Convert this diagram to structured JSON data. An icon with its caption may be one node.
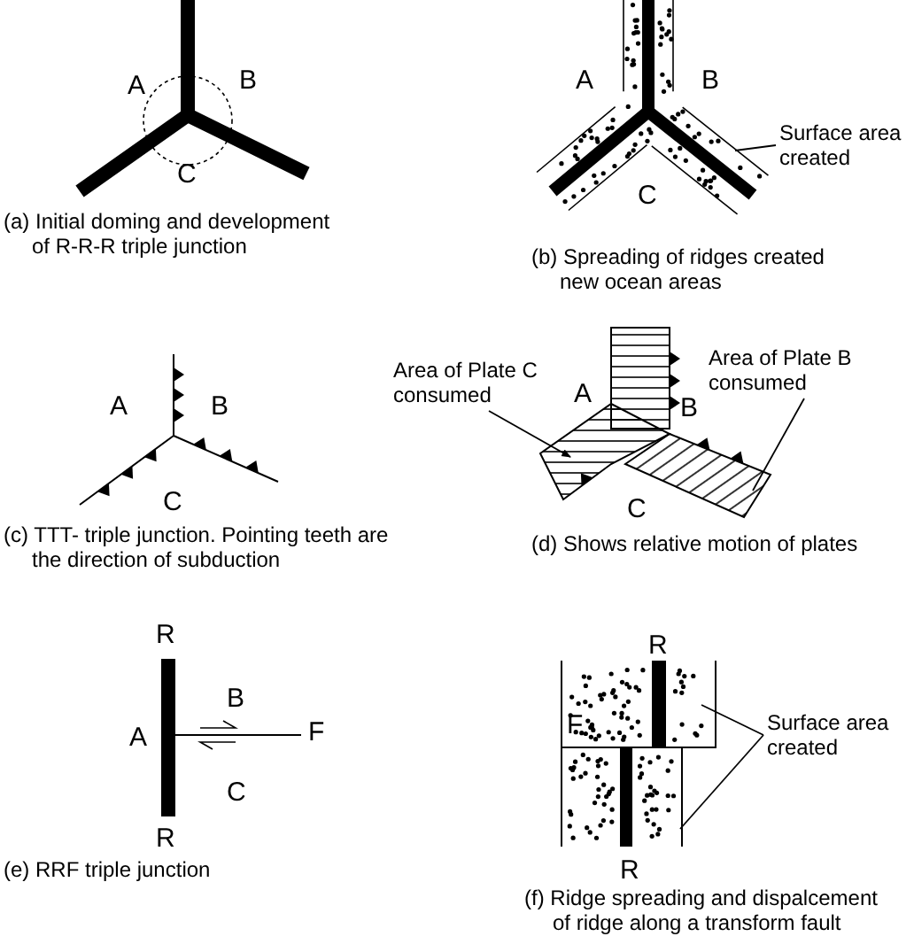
{
  "diagram": {
    "nodes": [
      {
        "text": [
          "Surface area created"
        ]
      },
      {
        "text": [
          "Area of Plate C consumed"
        ]
      },
      {
        "text": [
          "Area of Plate B consumed"
        ]
      },
      {
        "text": [
          "Surface area created"
        ]
      },
      {
        "text": [],
        "shape": "band"
      },
      {
        "text": [],
        "shape": "band"
      }
    ],
    "edges": [
      {
        "from": 0,
        "to": null,
        "arrow": "none"
      },
      {
        "from": 1,
        "to": 4,
        "arrow": "to"
      },
      {
        "from": 2,
        "to": 5,
        "arrow": "none"
      },
      {
        "from": 3,
        "to": null,
        "arrow": "none"
      },
      {
        "from": 3,
        "to": null,
        "arrow": "none"
      }
    ],
    "labels": [
      "A",
      "B",
      "C",
      "(a) Initial doming and development of R-R-R triple junction",
      "A",
      "B",
      "C",
      "(b) Spreading of ridges created new ocean areas",
      "A",
      "B",
      "C",
      "(c) TTT- triple junction. Pointing teeth are the direction of subduction",
      "A",
      "B",
      "C",
      "(d) Shows relative motion of plates",
      "R",
      "B",
      "A",
      "F",
      "C",
      "R",
      "(e) RRF triple junction",
      "R",
      "F",
      "R",
      "(f) Ridge spreading and dispalcement of ridge along a transform fault"
    ]
  }
}
